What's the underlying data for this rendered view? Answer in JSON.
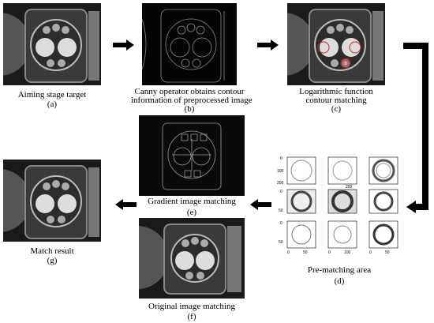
{
  "panels": {
    "a": {
      "caption": "Aiming stage target",
      "label": "(a)"
    },
    "b": {
      "caption_line1": "Canny operator obtains contour",
      "caption_line2": "information of preprocessed image",
      "label": "(b)"
    },
    "c": {
      "caption_line1": "Logarithmic function",
      "caption_line2": "contour matching",
      "label": "(c)"
    },
    "d": {
      "caption": "Pre-matching area",
      "label": "(d)"
    },
    "e": {
      "caption": "Gradient image matching",
      "label": "(e)"
    },
    "f": {
      "caption": "Original image matching",
      "label": "(f)"
    },
    "g": {
      "caption": "Match result",
      "label": "(g)"
    }
  },
  "grid_ticks": {
    "y_row1": [
      "0",
      "100",
      "200"
    ],
    "y_row2": [
      "0",
      "50"
    ],
    "y_row3": [
      "0",
      "50"
    ],
    "x_bottom": [
      "0",
      "50"
    ],
    "x_mid": [
      "0",
      "100"
    ],
    "x_row1_mid": [
      "200"
    ]
  },
  "colors": {
    "background": "#ffffff",
    "arrow": "#000000",
    "match_marker": "#d22020"
  }
}
